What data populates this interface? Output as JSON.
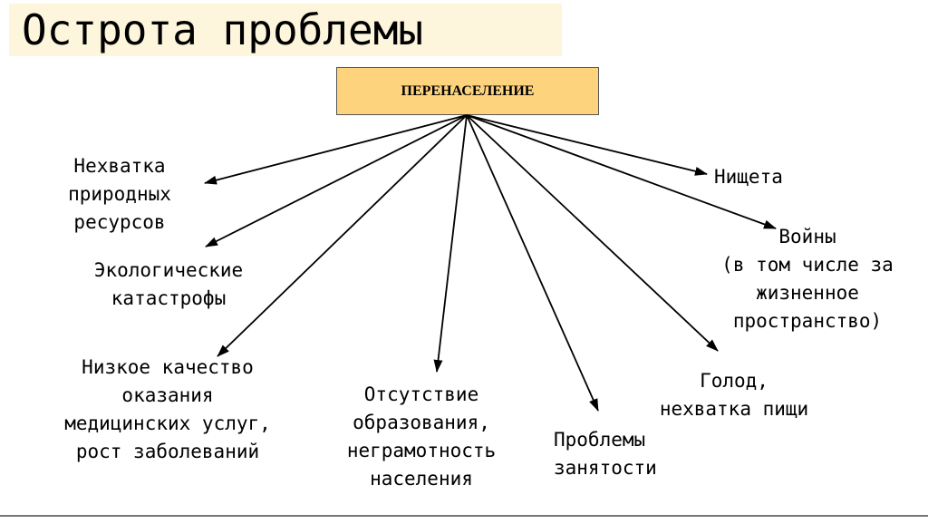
{
  "title": "Острота проблемы",
  "root": "ПЕРЕНАСЕЛЕНИЕ",
  "consequences": [
    "Нехватка\nприродных\nресурсов",
    "Экологические\nкатастрофы",
    "Низкое качество\nоказания\nмедицинских услуг,\nрост заболеваний",
    "Отсутствие\nобразования,\nнеграмотность\nнаселения",
    "Проблемы\nзанятости",
    "Голод,\nнехватка пищи",
    "Войны\n(в том числе за\nжизненное\nпространство)",
    "Нищета"
  ]
}
